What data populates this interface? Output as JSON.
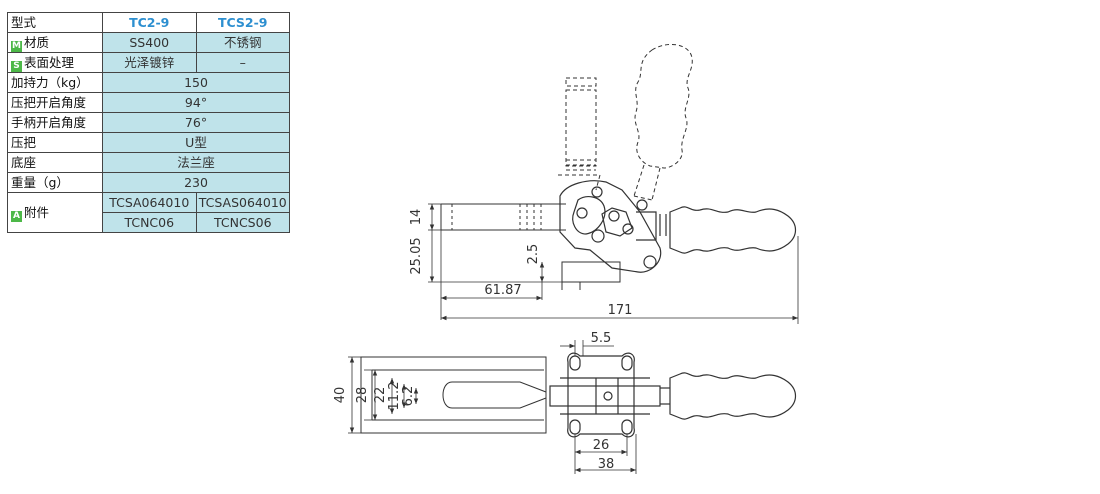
{
  "table": {
    "header": {
      "label": "型式",
      "models": [
        "TC2-9",
        "TCS2-9"
      ]
    },
    "rows": [
      {
        "badge": "M",
        "label": "材质",
        "values": [
          "SS400",
          "不锈钢"
        ]
      },
      {
        "badge": "S",
        "label": "表面处理",
        "values": [
          "光泽镀锌",
          "–"
        ]
      },
      {
        "label": "加持力（kg）",
        "value": "150"
      },
      {
        "label": "压把开启角度",
        "value": "94°"
      },
      {
        "label": "手柄开启角度",
        "value": "76°"
      },
      {
        "label": "压把",
        "value": "U型"
      },
      {
        "label": "底座",
        "value": "法兰座"
      },
      {
        "label": "重量（g）",
        "value": "230"
      },
      {
        "badge": "A",
        "label": "附件",
        "values": [
          [
            "TCSA064010",
            "TCNC06"
          ],
          [
            "TCSAS064010",
            "TCNCS06"
          ]
        ]
      }
    ]
  },
  "dimensions": {
    "side_view": {
      "height_upper": "14",
      "height_total": "25.05",
      "offset": "2.5",
      "reach": "61.87",
      "total_length": "171"
    },
    "top_view": {
      "slot_width": "5.5",
      "width_40": "40",
      "width_28": "28",
      "width_22": "22",
      "width_11_2": "11.2",
      "width_6_2": "6.2",
      "hole_pitch": "26",
      "base_width": "38"
    }
  },
  "colors": {
    "table_fill": "#bfe3ea",
    "header_text": "#2d8fd0",
    "badge": "#4db848",
    "line": "#333333"
  }
}
